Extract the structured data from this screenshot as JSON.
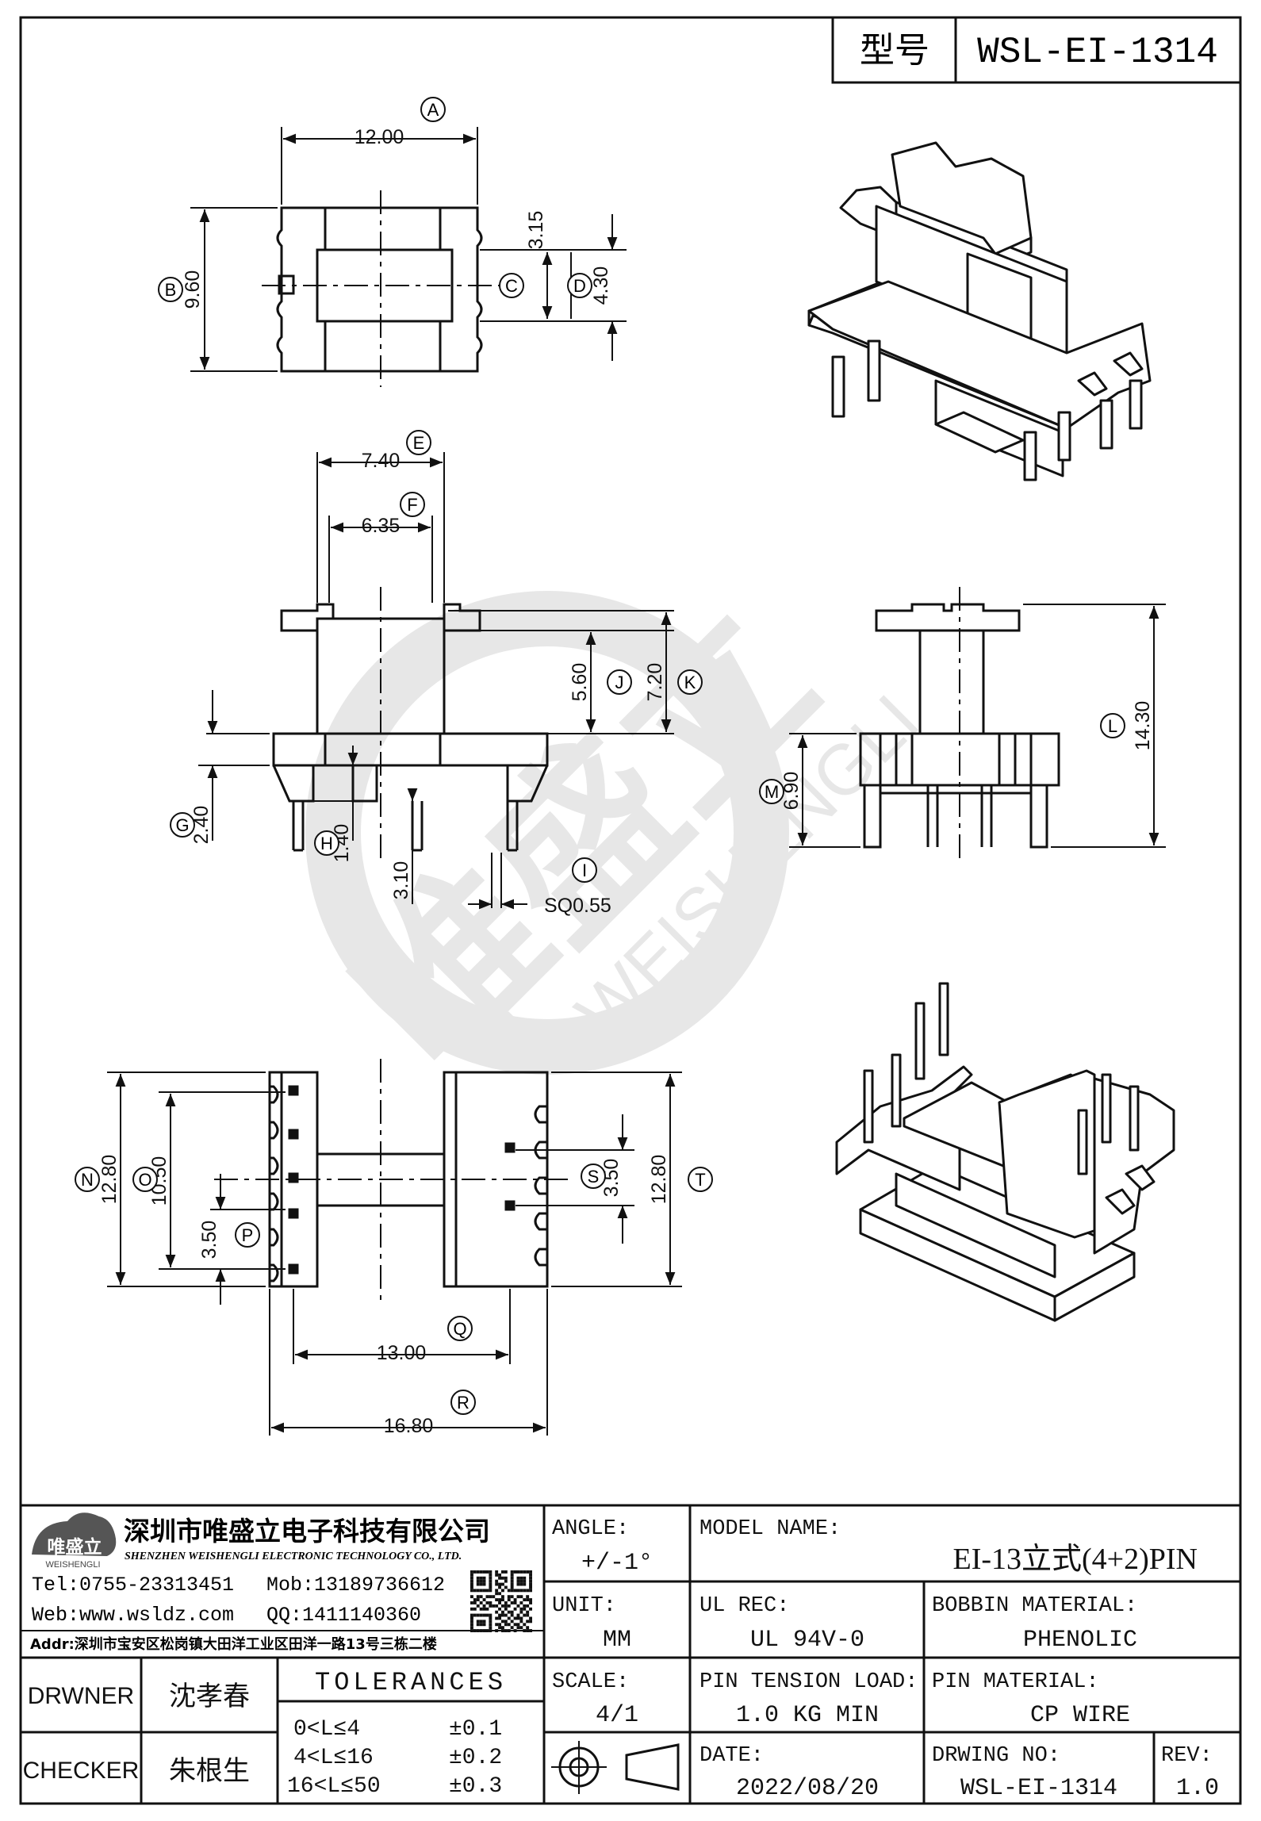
{
  "header": {
    "model_label": "型号",
    "model_value": "WSL-EI-1314"
  },
  "dims": {
    "A": "12.00",
    "B": "9.60",
    "C": "",
    "D": "4.30",
    "D2": "3.15",
    "E": "7.40",
    "F": "6.35",
    "J": "5.60",
    "K": "7.20",
    "G": "2.40",
    "H": "1.40",
    "I": "SQ0.55",
    "I2": "3.10",
    "L": "14.30",
    "M": "6.90",
    "N": "12.80",
    "O": "10.50",
    "P": "3.50",
    "S": "3.50",
    "T": "12.80",
    "Q": "13.00",
    "R": "16.80"
  },
  "letters": [
    "A",
    "B",
    "C",
    "D",
    "E",
    "F",
    "G",
    "H",
    "I",
    "J",
    "K",
    "L",
    "M",
    "N",
    "O",
    "P",
    "Q",
    "R",
    "S",
    "T"
  ],
  "watermark": {
    "cn": "唯盛立",
    "en": "WEISHENGLI"
  },
  "company": {
    "logo_cn": "唯盛立",
    "logo_en": "WEISHENGLI",
    "name_cn": "深圳市唯盛立电子科技有限公司",
    "name_en": "SHENZHEN WEISHENGLI ELECTRONIC TECHNOLOGY CO., LTD.",
    "tel": "Tel:0755-23313451",
    "mob": "Mob:13189736612",
    "web": "Web:www.wsldz.com",
    "qq": "QQ:1411140360",
    "addr": "Addr:深圳市宝安区松岗镇大田洋工业区田洋一路13号三栋二楼"
  },
  "titleblock": {
    "angle_label": "ANGLE:",
    "angle_value": "+/-1°",
    "model_name_label": "MODEL NAME:",
    "model_name_value": "EI-13立式(4+2)PIN",
    "unit_label": "UNIT:",
    "unit_value": "MM",
    "ul_label": "UL REC:",
    "ul_value": "UL 94V-0",
    "bobbin_label": "BOBBIN MATERIAL:",
    "bobbin_value": "PHENOLIC",
    "drawer_label": "DRWNER",
    "drawer_value": "沈孝春",
    "checker_label": "CHECKER",
    "checker_value": "朱根生",
    "tol_title": "TOLERANCES",
    "tol_rows": [
      {
        "range": "0<L≤4",
        "tol": "±0.1"
      },
      {
        "range": "4<L≤16",
        "tol": "±0.2"
      },
      {
        "range": "16<L≤50",
        "tol": "±0.3"
      }
    ],
    "scale_label": "SCALE:",
    "scale_value": "4/1",
    "tension_label": "PIN TENSION LOAD:",
    "tension_value": "1.0 KG MIN",
    "pinmat_label": "PIN MATERIAL:",
    "pinmat_value": "CP WIRE",
    "date_label": "DATE:",
    "date_value": "2022/08/20",
    "drwno_label": "DRWING NO:",
    "drwno_value": "WSL-EI-1314",
    "rev_label": "REV:",
    "rev_value": "1.0"
  }
}
